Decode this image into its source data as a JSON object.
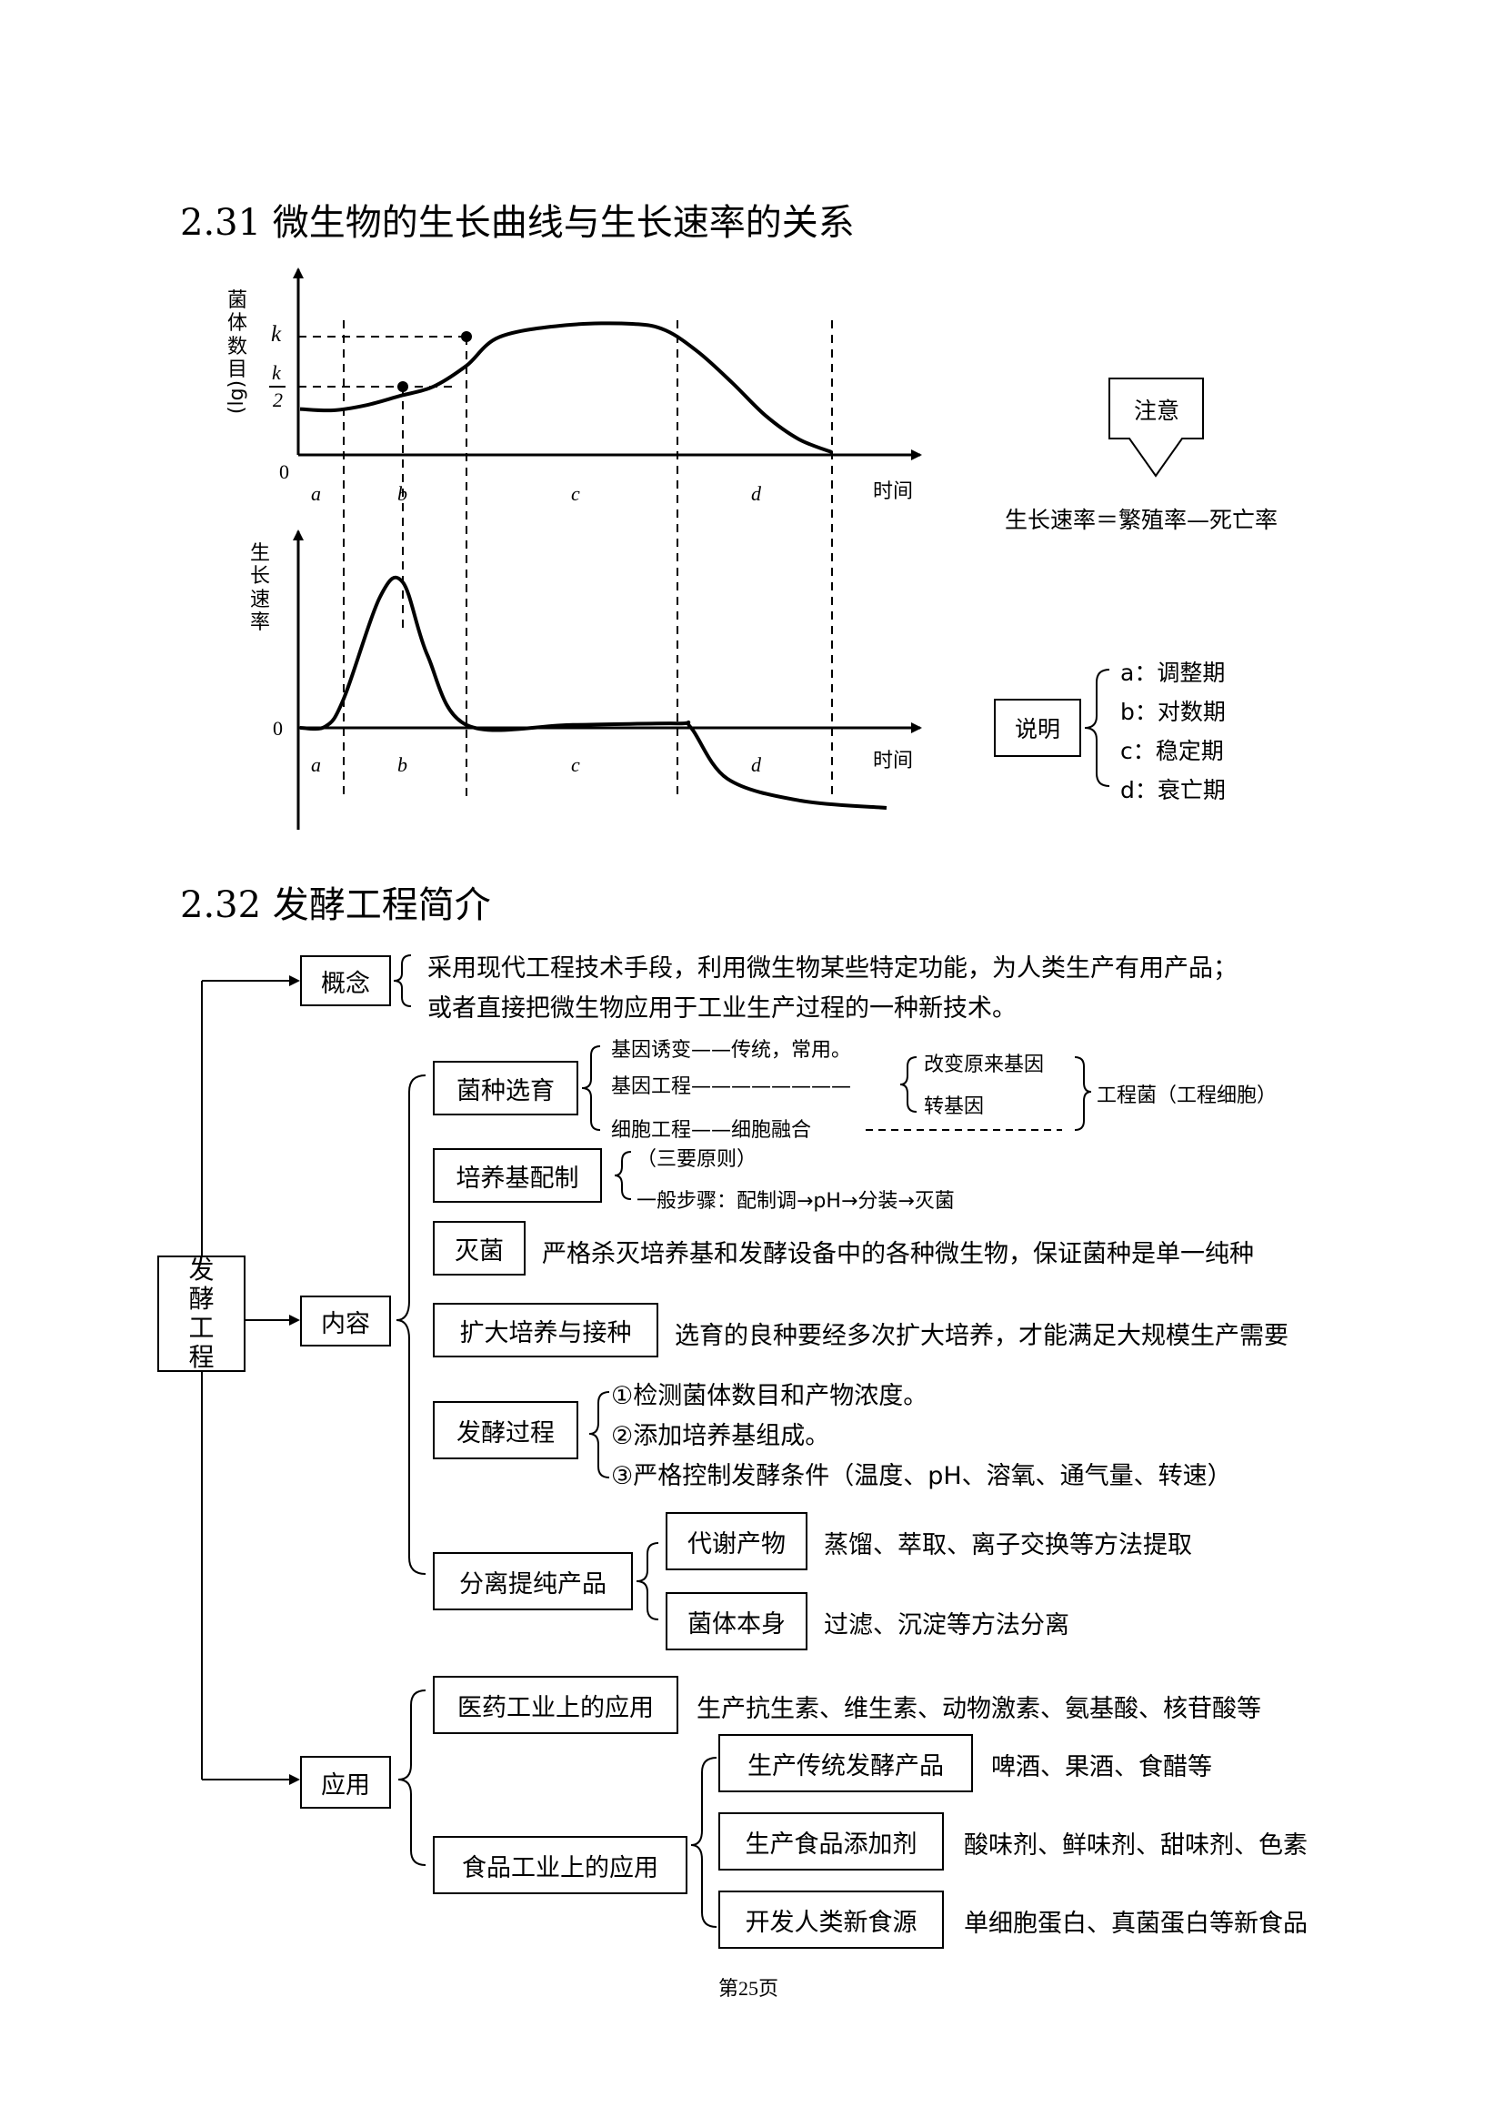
{
  "section1": {
    "title": "2.31 微生物的生长曲线与生长速率的关系",
    "chart_top": {
      "ylabel": "菌体数目(lg)",
      "ylabel_chars": [
        "菌",
        "体",
        "数",
        "目"
      ],
      "ylabel_unit": "(lg)",
      "y_ticks": {
        "k": "k",
        "half_num": "k",
        "half_den": "2",
        "zero": "0"
      },
      "xlabel": "时间",
      "phases": [
        "a",
        "b",
        "c",
        "d"
      ]
    },
    "chart_bottom": {
      "ylabel_chars": [
        "生",
        "长",
        "速",
        "率"
      ],
      "zero": "0",
      "xlabel": "时间",
      "phases": [
        "a",
        "b",
        "c",
        "d"
      ]
    },
    "note": {
      "label": "注意",
      "formula": "生长速率＝繁殖率—死亡率"
    },
    "legend": {
      "label": "说明",
      "items": [
        "a：调整期",
        "b：对数期",
        "c：稳定期",
        "d：衰亡期"
      ]
    }
  },
  "chart_data": [
    {
      "type": "line",
      "title": "",
      "xlabel": "时间",
      "ylabel": "菌体数目(lg)",
      "phases": [
        "a",
        "b",
        "c",
        "d"
      ],
      "y_ticks": [
        "0",
        "k/2",
        "k"
      ],
      "series": [
        {
          "x": [
            0,
            0.5,
            1.0,
            1.5,
            2.0,
            2.5,
            3.0,
            4.0,
            5.0,
            5.5,
            6.0,
            6.5,
            7.0,
            7.5,
            8.0
          ],
          "y": [
            0.35,
            0.34,
            0.38,
            0.45,
            0.52,
            0.68,
            0.9,
            0.99,
            1.0,
            0.95,
            0.78,
            0.55,
            0.3,
            0.12,
            0.02
          ]
        }
      ]
    },
    {
      "type": "line",
      "title": "",
      "xlabel": "时间",
      "ylabel": "生长速率",
      "phases": [
        "a",
        "b",
        "c",
        "d"
      ],
      "series": [
        {
          "x": [
            0,
            0.5,
            1.0,
            1.5,
            2.0,
            2.5,
            3.0,
            4.0,
            5.0,
            5.5,
            6.0,
            7.0,
            8.0
          ],
          "y": [
            0,
            0.01,
            0.2,
            0.9,
            1.0,
            0.5,
            0.02,
            0.02,
            0.03,
            0,
            -0.35,
            -0.5,
            -0.55
          ]
        }
      ]
    }
  ],
  "section2": {
    "title": "2.32 发酵工程简介",
    "root": "发酵工程",
    "root_chars": [
      "发",
      "酵",
      "工",
      "程"
    ],
    "concept": {
      "label": "概念",
      "line1": "采用现代工程技术手段，利用微生物某些特定功能，为人类生产有用产品；",
      "line2": "或者直接把微生物应用于工业生产过程的一种新技术。"
    },
    "content": {
      "label": "内容",
      "strain": {
        "label": "菌种选育",
        "m1": "基因诱变——传统，常用。",
        "m2": "基因工程————————",
        "m3": "细胞工程——细胞融合",
        "g1": "改变原来基因",
        "g2": "转基因",
        "result": "工程菌（工程细胞）"
      },
      "medium": {
        "label": "培养基配制",
        "l1": "（三要原则）",
        "l2": "一般步骤：配制调→pH→分装→灭菌"
      },
      "sterile": {
        "label": "灭菌",
        "text": "严格杀灭培养基和发酵设备中的各种微生物，保证菌种是单一纯种"
      },
      "expand": {
        "label": "扩大培养与接种",
        "text": "选育的良种要经多次扩大培养，才能满足大规模生产需要"
      },
      "ferment": {
        "label": "发酵过程",
        "items": [
          "①检测菌体数目和产物浓度。",
          "②添加培养基组成。",
          "③严格控制发酵条件（温度、pH、溶氧、通气量、转速）"
        ]
      },
      "separate": {
        "label": "分离提纯产品",
        "metab": "代谢产物",
        "metab_text": "蒸馏、萃取、离子交换等方法提取",
        "cell": "菌体本身",
        "cell_text": "过滤、沉淀等方法分离"
      }
    },
    "application": {
      "label": "应用",
      "medicine": {
        "label": "医药工业上的应用",
        "text": "生产抗生素、维生素、动物激素、氨基酸、核苷酸等"
      },
      "food": {
        "label": "食品工业上的应用",
        "items": [
          {
            "label": "生产传统发酵产品",
            "text": "啤酒、果酒、食醋等"
          },
          {
            "label": "生产食品添加剂",
            "text": "酸味剂、鲜味剂、甜味剂、色素"
          },
          {
            "label": "开发人类新食源",
            "text": "单细胞蛋白、真菌蛋白等新食品"
          }
        ]
      }
    }
  },
  "footer": {
    "page": "第25页"
  }
}
